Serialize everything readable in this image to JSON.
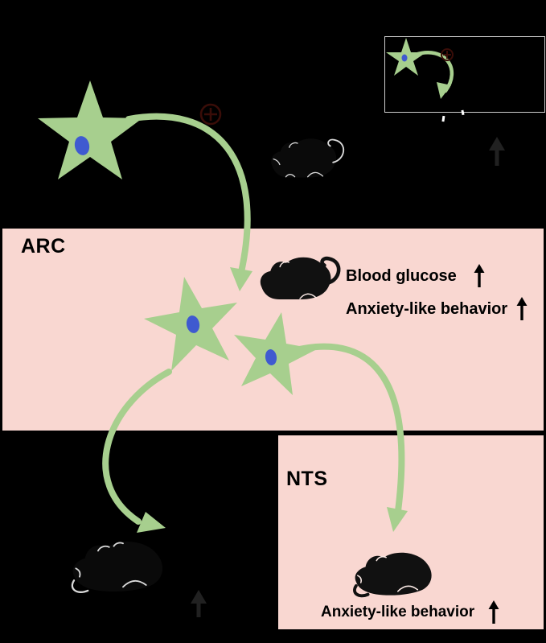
{
  "figure": {
    "regions": {
      "arc": {
        "label": "ARC"
      },
      "nts": {
        "label": "NTS"
      }
    },
    "annotations": {
      "arc_blood_glucose": {
        "text": "Blood glucose",
        "arrow": "↑"
      },
      "arc_anxiety": {
        "text": "Anxiety-like behavior",
        "arrow": "↑"
      },
      "nts_anxiety": {
        "text": "Anxiety-like behavior",
        "arrow": "↑"
      },
      "top_right_arrow": "↑",
      "bottom_left_arrow": "↑"
    },
    "symbols": {
      "stimulation_plus_main": "⊕",
      "stimulation_plus_inset": "⊕"
    }
  },
  "icons": {
    "astrocyte_icon": "green star-shaped astrocyte with blue nucleus",
    "mouse_icon": "black mouse silhouette",
    "plus_circle_icon": "⊕",
    "up_arrow_icon": "↑",
    "curved_arrow_icon": "curved green projection arrow"
  },
  "colors": {
    "background": "#000000",
    "region_fill_pink": "#f9d7d1",
    "region_border": "#000000",
    "astrocyte_green": "#a7cf8e",
    "nucleus_blue": "#3f5ad0",
    "plus_symbol": "#3a0d08",
    "text": "#000000",
    "dim_arrow": "#212121",
    "mouse_highlight": "#d9d9d9"
  }
}
